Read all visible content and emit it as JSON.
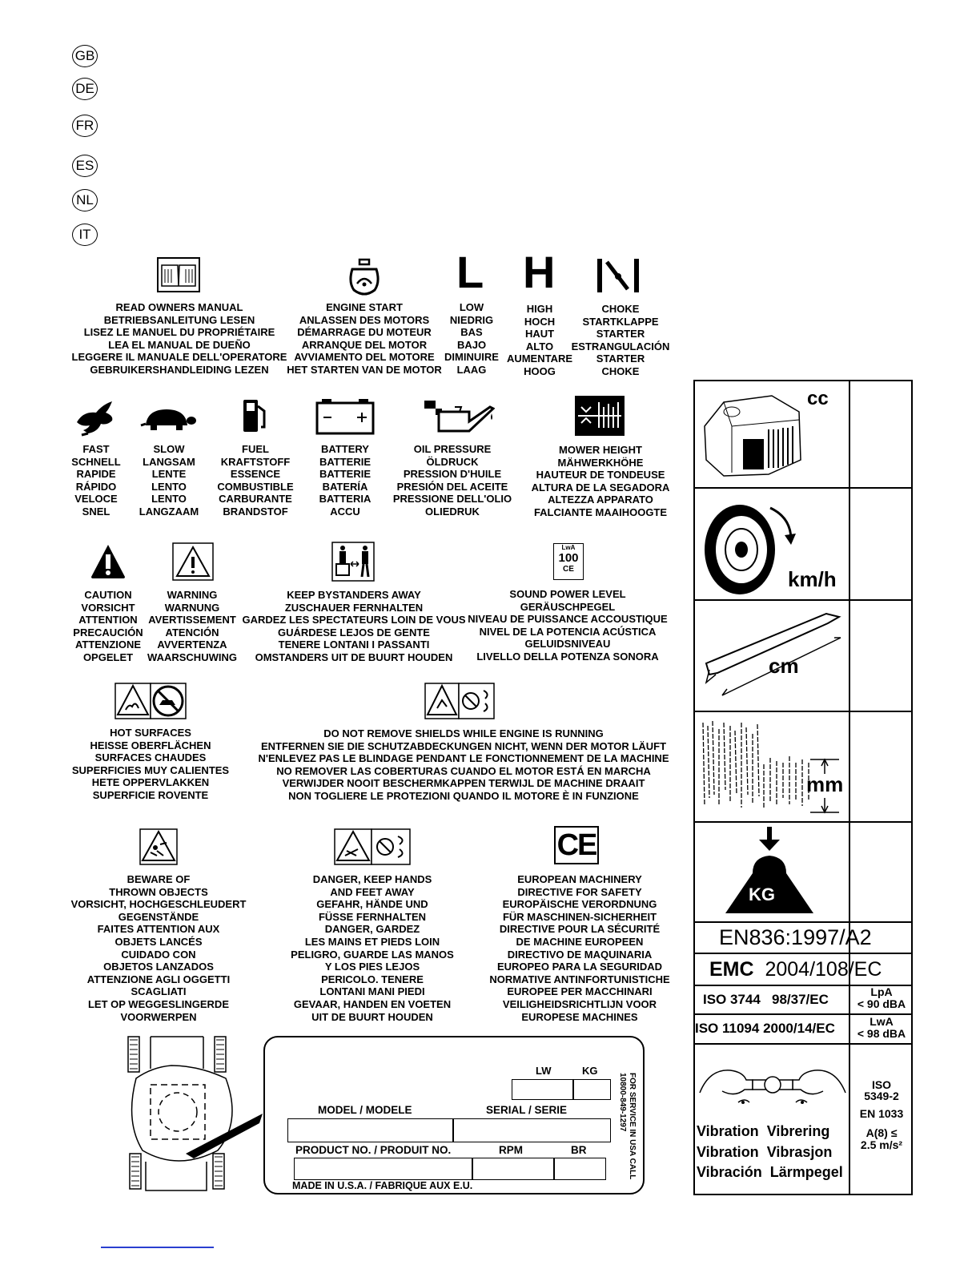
{
  "languages": [
    "GB",
    "DE",
    "FR",
    "ES",
    "NL",
    "IT"
  ],
  "row1": {
    "manual": [
      "READ OWNERS MANUAL",
      "BETRIEBSANLEITUNG LESEN",
      "LISEZ LE MANUEL DU PROPRIÉTAIRE",
      "LEA EL MANUAL DE DUEÑO",
      "LEGGERE IL MANUALE DELL'OPERATORE",
      "GEBRUIKERSHANDLEIDING LEZEN"
    ],
    "engine_start": [
      "ENGINE START",
      "ANLASSEN DES MOTORS",
      "DÉMARRAGE DU MOTEUR",
      "ARRANQUE DEL MOTOR",
      "AVVIAMENTO DEL MOTORE",
      "HET STARTEN VAN DE MOTOR"
    ],
    "low": [
      "LOW",
      "NIEDRIG",
      "BAS",
      "BAJO",
      "DIMINUIRE",
      "LAAG"
    ],
    "high": [
      "HIGH",
      "HOCH",
      "HAUT",
      "ALTO",
      "AUMENTARE",
      "HOOG"
    ],
    "choke": [
      "CHOKE",
      "STARTKLAPPE",
      "STARTER",
      "ESTRANGULACIÓN",
      "STARTER",
      "CHOKE"
    ],
    "low_letter": "L",
    "high_letter": "H"
  },
  "row2": {
    "fast": [
      "FAST",
      "SCHNELL",
      "RAPIDE",
      "RÁPIDO",
      "VELOCE",
      "SNEL"
    ],
    "slow": [
      "SLOW",
      "LANGSAM",
      "LENTE",
      "LENTO",
      "LENTO",
      "LANGZAAM"
    ],
    "fuel": [
      "FUEL",
      "KRAFTSTOFF",
      "ESSENCE",
      "COMBUSTIBLE",
      "CARBURANTE",
      "BRANDSTOF"
    ],
    "battery": [
      "BATTERY",
      "BATTERIE",
      "BATTERIE",
      "BATERÍA",
      "BATTERIA",
      "ACCU"
    ],
    "oil": [
      "OIL PRESSURE",
      "ÖLDRUCK",
      "PRESSION D'HUILE",
      "PRESIÓN DEL ACEITE",
      "PRESSIONE DELL'OLIO",
      "OLIEDRUK"
    ],
    "mower_height": [
      "MOWER HEIGHT",
      "MÄHWERKHÖHE",
      "HAUTEUR DE TONDEUSE",
      "ALTURA DE LA SEGADORA",
      "ALTEZZA APPARATO",
      "FALCIANTE  MAAIHOOGTE"
    ]
  },
  "row3": {
    "caution": [
      "CAUTION",
      "VORSICHT",
      "ATTENTION",
      "PRECAUCIÓN",
      "ATTENZIONE",
      "OPGELET"
    ],
    "warning": [
      "WARNING",
      "WARNUNG",
      "AVERTISSEMENT",
      "ATENCIÓN",
      "AVVERTENZA",
      "WAARSCHUWING"
    ],
    "bystanders": [
      "KEEP BYSTANDERS AWAY",
      "ZUSCHAUER FERNHALTEN",
      "GARDEZ LES SPECTATEURS LOIN DE VOUS",
      "GUÁRDESE LEJOS DE GENTE",
      "TENERE LONTANI I PASSANTI",
      "OMSTANDERS UIT DE BUURT HOUDEN"
    ],
    "sound": [
      "SOUND POWER LEVEL",
      "GERÄUSCHPEGEL",
      "NIVEAU DE PUISSANCE ACCOUSTIQUE",
      "NIVEL DE LA POTENCIA ACÚSTICA",
      "GELUIDSNIVEAU",
      "LIVELLO DELLA POTENZA SONORA"
    ],
    "sound_icon": {
      "lwa": "LwA",
      "value": "100",
      "ce": "CE"
    }
  },
  "row4": {
    "hot": [
      "HOT SURFACES",
      "HEISSE OBERFLÄCHEN",
      "SURFACES CHAUDES",
      "SUPERFICIES MUY CALIENTES",
      "HETE OPPERVLAKKEN",
      "SUPERFICIE ROVENTE"
    ],
    "shields": [
      "DO NOT REMOVE SHIELDS WHILE ENGINE IS RUNNING",
      "ENTFERNEN SIE DIE SCHUTZABDECKUNGEN NICHT, WENN DER MOTOR LÄUFT",
      "N'ENLEVEZ PAS LE BLINDAGE PENDANT LE FONCTIONNEMENT DE LA MACHINE",
      "NO REMOVER LAS COBERTURAS CUANDO EL MOTOR ESTÁ EN MARCHA",
      "VERWIJDER NOOIT BESCHERMKAPPEN TERWIJL DE MACHINE DRAAIT",
      "NON TOGLIERE LE PROTEZIONI QUANDO IL MOTORE È IN FUNZIONE"
    ]
  },
  "row5": {
    "thrown": [
      "BEWARE OF",
      "THROWN OBJECTS",
      "VORSICHT, HOCHGESCHLEUDERT",
      "GEGENSTÄNDE",
      "FAITES ATTENTION AUX",
      "OBJETS LANCÉS",
      "CUIDADO CON",
      "OBJETOS LANZADOS",
      "ATTENZIONE AGLI OGGETTI",
      "SCAGLIATI",
      "LET OP WEGGESLINGERDE",
      "VOORWERPEN"
    ],
    "hands": [
      "DANGER, KEEP HANDS",
      "AND FEET AWAY",
      "GEFAHR, HÄNDE UND",
      "FÜSSE FERNHALTEN",
      "DANGER, GARDEZ",
      "LES MAINS ET PIEDS LOIN",
      "PELIGRO, GUARDE LAS MANOS",
      "Y LOS PIES LEJOS",
      "PERICOLO. TENERE",
      "LONTANI MANI PIEDI",
      "GEVAAR, HANDEN EN VOETEN",
      "UIT DE BUURT HOUDEN"
    ],
    "eu": [
      "EUROPEAN MACHINERY",
      "DIRECTIVE FOR SAFETY",
      "EUROPÄISCHE VERORDNUNG",
      "FÜR MASCHINEN-SICHERHEIT",
      "DIRECTIVE POUR LA SÉCURITÉ",
      "DE MACHINE EUROPEEN",
      "DIRECTIVO DE MAQUINARIA",
      "EUROPEO PARA LA SEGURIDAD",
      "NORMATIVE ANTINFORTUNISTICHE",
      "EUROPEE PER MACCHINARI",
      "VEILIGHEIDSRICHTLIJN VOOR",
      "EUROPESE MACHINES"
    ],
    "ce_mark": "CE"
  },
  "plate": {
    "lw": "LW",
    "kg": "KG",
    "model": "MODEL / MODELE",
    "serial": "SERIAL / SERIE",
    "product": "PRODUCT NO. / PRODUIT NO.",
    "rpm": "RPM",
    "br": "BR",
    "made_in": "MADE IN U.S.A. / FABRIQUE AUX E.U.",
    "service": "FOR SERVICE IN USA CALL",
    "phone": "10800-849-1297"
  },
  "right_panel": {
    "cc": "cc",
    "kmh": "km/h",
    "cm": "cm",
    "mm": "mm",
    "kg": "KG",
    "en836": "EN836:1997/A2",
    "emc_label": "EMC",
    "emc_value": "2004/108/EC",
    "iso3744": "ISO 3744   98/37/EC",
    "lpa": "LpA",
    "lpa_value": "< 90 dBA",
    "iso11094": "ISO 11094 2000/14/EC",
    "lwa": "LwA",
    "lwa_value": "< 98 dBA",
    "vibration_words": [
      [
        "Vibration",
        "Vibrering"
      ],
      [
        "Vibration",
        "Vibrasjon"
      ],
      [
        "Vibración",
        "Lärmpegel"
      ]
    ],
    "iso5349": "ISO",
    "iso5349_num": "5349-2",
    "en1033": "EN 1033",
    "a8": "A(8) ≤",
    "a8_value": "2.5 m/s²"
  },
  "colors": {
    "ink": "#000000",
    "paper": "#ffffff",
    "link": "#2a3fd0"
  }
}
